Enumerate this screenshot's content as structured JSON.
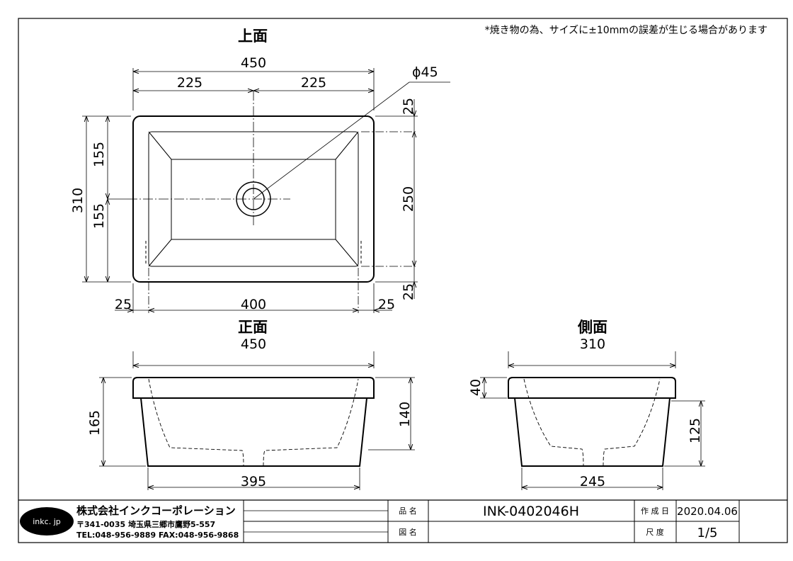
{
  "note": "*焼き物の為、サイズに±10mmの誤差が生じる場合があります",
  "views": {
    "top": {
      "title": "上面",
      "dim_overall_width": "450",
      "dim_half_left": "225",
      "dim_half_right": "225",
      "dim_drain": "ϕ45",
      "dim_height_total": "310",
      "dim_height_upper": "155",
      "dim_height_lower": "155",
      "dim_margin_top": "25",
      "dim_inner_depth": "250",
      "dim_margin_bottom": "25",
      "dim_bottom_left": "25",
      "dim_bottom_inner": "400",
      "dim_bottom_right": "25"
    },
    "front": {
      "title": "正面",
      "dim_top_width": "450",
      "dim_height_total": "165",
      "dim_height_body": "140",
      "dim_bottom_width": "395"
    },
    "side": {
      "title": "側面",
      "dim_top_width": "310",
      "dim_rim": "40",
      "dim_height_body": "125",
      "dim_bottom_width": "245"
    }
  },
  "title_block": {
    "logo_text": "inkc. jp",
    "company": "株式会社インクコーポレーション",
    "address": "〒341-0035 埼玉県三郷市鷹野5-557",
    "contact": "TEL:048-956-9889  FAX:048-956-9868",
    "label_product": "品 名",
    "product_name": "INK-0402046H",
    "label_drawing": "図 名",
    "drawing_name": "",
    "label_date": "作 成 日",
    "date": "2020.04.06",
    "label_scale": "尺 度",
    "scale": "1/5"
  }
}
